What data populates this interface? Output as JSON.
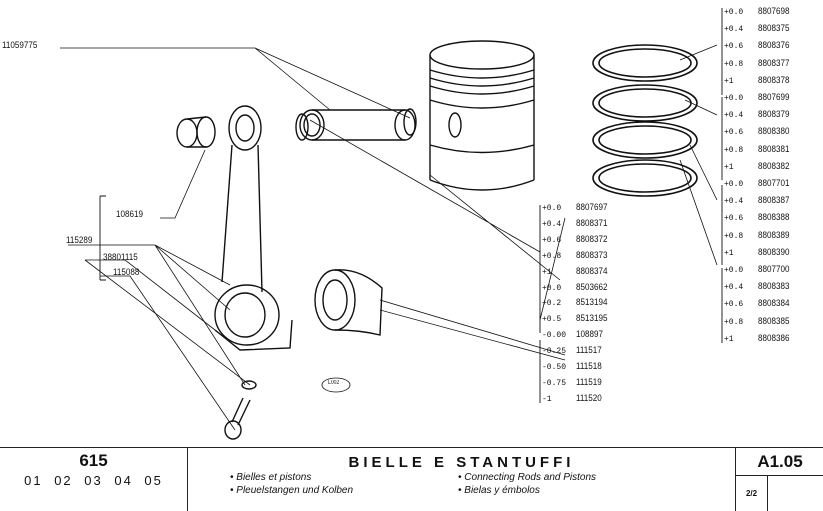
{
  "labels": {
    "pin_clips": "11059775",
    "rod_assembly": "115289",
    "bushing": "108619",
    "rod_nut": "38801115",
    "rod_bolt": "115088",
    "figure_code": "L002"
  },
  "piston_sizes": [
    {
      "size": "+0.0",
      "part": "8807697"
    },
    {
      "size": "+0.4",
      "part": "8808371"
    },
    {
      "size": "+0.6",
      "part": "8808372"
    },
    {
      "size": "+0.8",
      "part": "8808373"
    },
    {
      "size": "+1",
      "part": "8808374"
    }
  ],
  "pin_sizes": [
    {
      "size": "+0.0",
      "part": "8503662"
    },
    {
      "size": "+0.2",
      "part": "8513194"
    },
    {
      "size": "+0.5",
      "part": "8513195"
    }
  ],
  "bearing_sizes": [
    {
      "size": "-0.00",
      "part": "108897"
    },
    {
      "size": "-0.25",
      "part": "111517"
    },
    {
      "size": "-0.50",
      "part": "111518"
    },
    {
      "size": "-0.75",
      "part": "111519"
    },
    {
      "size": "-1",
      "part": "111520"
    }
  ],
  "ring_sizes": [
    {
      "size": "+0.0",
      "part": "8807698"
    },
    {
      "size": "+0.4",
      "part": "8808375"
    },
    {
      "size": "+0.6",
      "part": "8808376"
    },
    {
      "size": "+0.8",
      "part": "8808377"
    },
    {
      "size": "+1",
      "part": "8808378"
    },
    {
      "size": "+0.0",
      "part": "8807699"
    },
    {
      "size": "+0.4",
      "part": "8808379"
    },
    {
      "size": "+0.6",
      "part": "8808380"
    },
    {
      "size": "+0.8",
      "part": "8808381"
    },
    {
      "size": "+1",
      "part": "8808382"
    },
    {
      "size": "+0.0",
      "part": "8807701"
    },
    {
      "size": "+0.4",
      "part": "8808387"
    },
    {
      "size": "+0.6",
      "part": "8808388"
    },
    {
      "size": "+0.8",
      "part": "8808389"
    },
    {
      "size": "+1",
      "part": "8808390"
    },
    {
      "size": "+0.0",
      "part": "8807700"
    },
    {
      "size": "+0.4",
      "part": "8808383"
    },
    {
      "size": "+0.6",
      "part": "8808384"
    },
    {
      "size": "+0.8",
      "part": "8808385"
    },
    {
      "size": "+1",
      "part": "8808386"
    }
  ],
  "footer": {
    "model": "615",
    "variants": "01 02 03 04 05",
    "title": "BIELLE E STANTUFFI",
    "fr": "• Bielles et pistons",
    "de": "• Pleuelstangen und Kolben",
    "en": "• Connecting Rods and Pistons",
    "es": "• Bielas y émbolos",
    "code": "A1.05",
    "page": "2/2"
  }
}
